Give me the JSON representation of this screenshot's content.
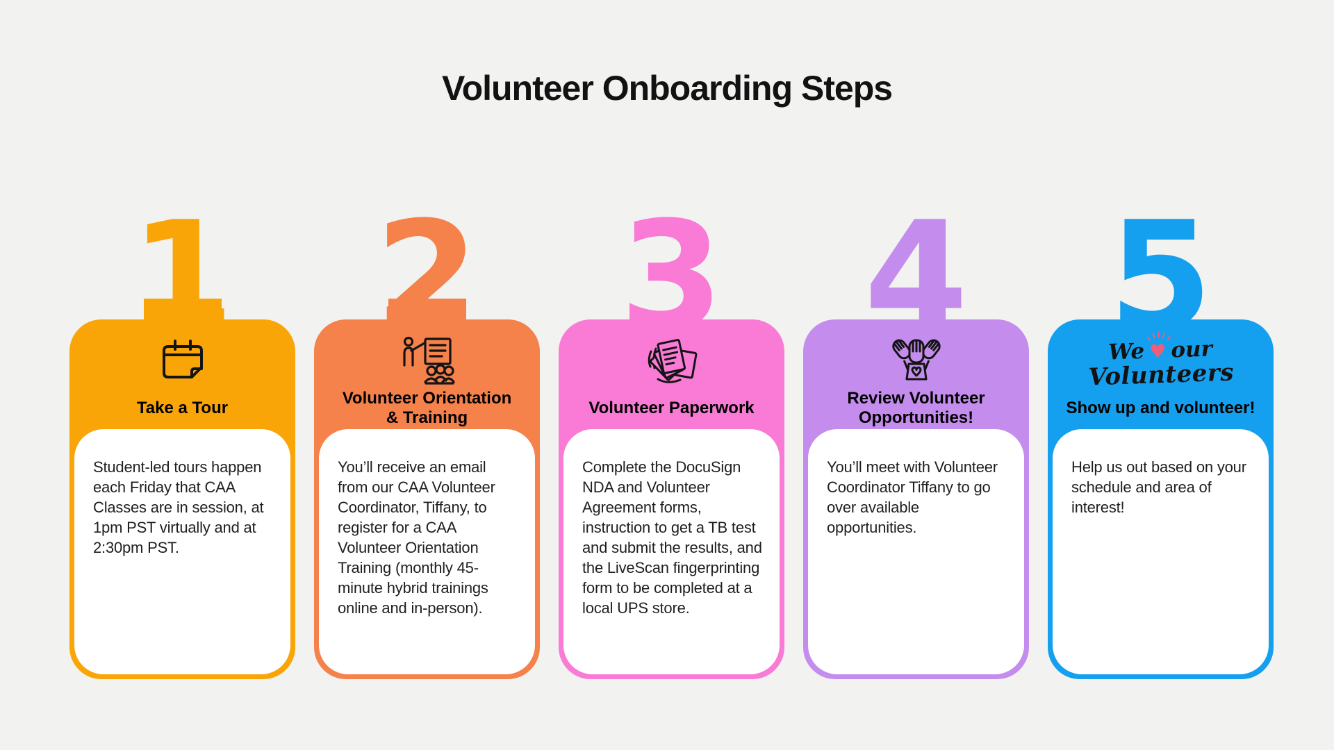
{
  "title": "Volunteer Onboarding Steps",
  "background_color": "#f2f2f1",
  "steps": [
    {
      "number": "1",
      "color": "#f9a508",
      "icon": "calendar-icon",
      "heading": "Take a Tour",
      "body": "Student-led tours happen each Friday that CAA Classes are in session, at 1pm PST virtually and at 2:30pm PST."
    },
    {
      "number": "2",
      "color": "#f5814b",
      "icon": "orientation-training-icon",
      "heading": "Volunteer Orientation\n& Training",
      "body": "You’ll receive an email from our CAA Volunteer Coordinator, Tiffany, to register for a CAA Volunteer Orientation Training (monthly 45-minute hybrid trainings online and in-person)."
    },
    {
      "number": "3",
      "color": "#f97bd6",
      "icon": "paperwork-icon",
      "heading": "Volunteer Paperwork",
      "body": "Complete the DocuSign NDA and Volunteer Agreement forms, instruction to get a TB test and submit the results, and the LiveScan fingerprinting form to be completed at a local UPS store."
    },
    {
      "number": "4",
      "color": "#c48ced",
      "icon": "raised-hands-heart-icon",
      "heading": "Review Volunteer\nOpportunities!",
      "body": "You’ll meet with Volunteer Coordinator Tiffany to go over available opportunities."
    },
    {
      "number": "5",
      "color": "#159fef",
      "icon": "we-love-our-volunteers-icon",
      "heading": "Show up and volunteer!",
      "body": "Help us out based on your schedule and area of interest!",
      "icon_text_line1_pre": "We",
      "icon_text_heart": "♥",
      "icon_text_line1_post": "our",
      "icon_text_line2": "Volunteers",
      "heart_color": "#ef5d77"
    }
  ]
}
